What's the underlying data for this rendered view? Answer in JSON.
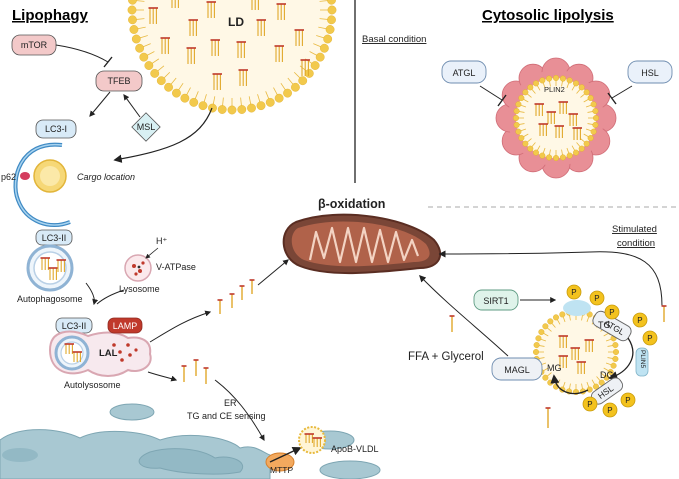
{
  "titles": {
    "lipophagy": "Lipophagy",
    "cytosolic": "Cytosolic lipolysis",
    "beta_oxidation": "β-oxidation"
  },
  "conditions": {
    "basal": "Basal condition",
    "stimulated_line1": "Stimulated",
    "stimulated_line2": "condition"
  },
  "lipophagy": {
    "ld": "LD",
    "mtor": "mTOR",
    "tfeb": "TFEB",
    "msl": "MSL",
    "lc3_i": "LC3-I",
    "p62": "p62",
    "cargo_location": "Cargo location",
    "lc3_ii_a": "LC3-II",
    "h_plus": "H⁺",
    "v_atpase": "V-ATPase",
    "lysosome": "Lysosome",
    "autophagosome": "Autophagosome",
    "lc3_ii_b": "LC3-II",
    "lamp": "LAMP",
    "lal": "LAL",
    "autolysosome": "Autolysosome",
    "er_line1": "ER",
    "er_line2": "TG and CE sensing",
    "mttp": "MTTP",
    "apob_vldl": "ApoB-VLDL"
  },
  "cytosolic": {
    "atgl_basal": "ATGL",
    "hsl_basal": "HSL",
    "plin2": "PLIN2",
    "sirt1": "SIRT1",
    "atgl": "ATGL",
    "tg": "TG",
    "dg": "DG",
    "mg": "MG",
    "hsl": "HSL",
    "plin5": "PLIN5",
    "magl": "MAGL",
    "ffa_glycerol": "FFA + Glycerol",
    "phospho": "P"
  }
}
